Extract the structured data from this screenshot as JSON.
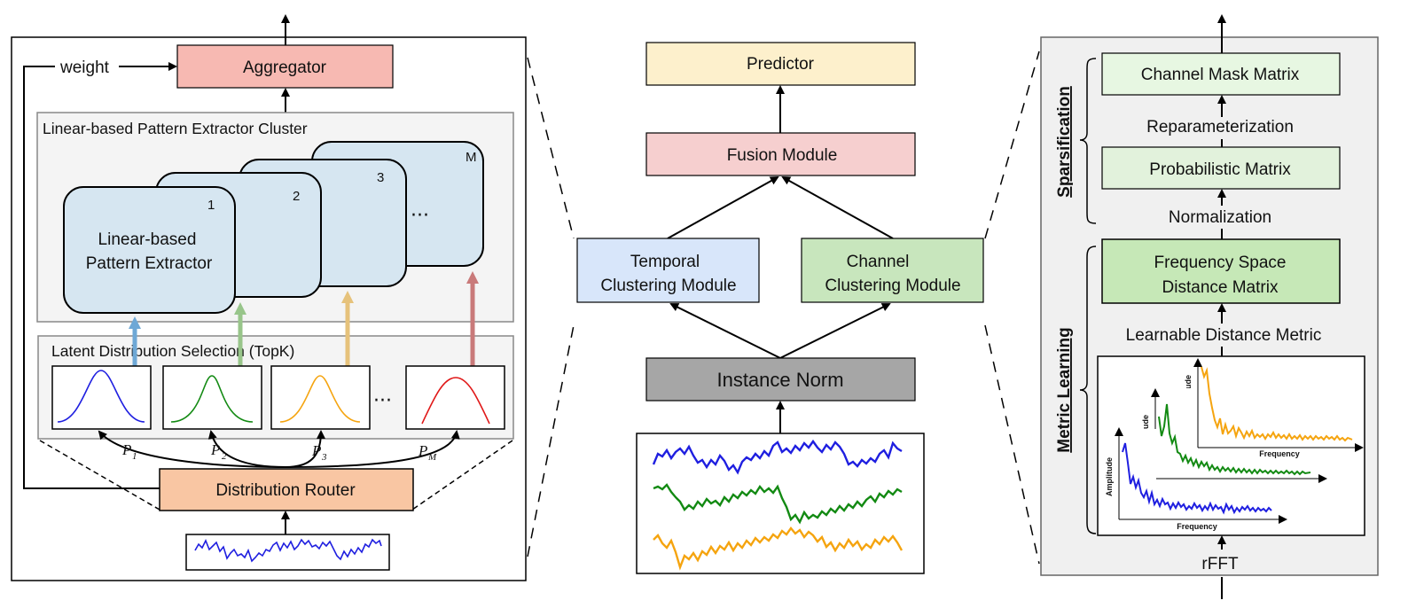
{
  "left_panel": {
    "aggregator": "Aggregator",
    "weight": "weight",
    "cluster_title": "Linear-based Pattern Extractor Cluster",
    "extractor_label_line1": "Linear-based",
    "extractor_label_line2": "Pattern Extractor",
    "card_indices": [
      "1",
      "2",
      "3",
      "M"
    ],
    "cards_ellipsis": "···",
    "selection_title": "Latent Distribution Selection (TopK)",
    "dist_ellipsis": "···",
    "probabilities": [
      {
        "symbol": "P",
        "sub": "1"
      },
      {
        "symbol": "P",
        "sub": "2"
      },
      {
        "symbol": "P",
        "sub": "3"
      },
      {
        "symbol": "P",
        "sub": "M"
      }
    ],
    "router": "Distribution Router"
  },
  "middle_panel": {
    "predictor": "Predictor",
    "fusion": "Fusion Module",
    "temporal_line1": "Temporal",
    "temporal_line2": "Clustering Module",
    "channel_line1": "Channel",
    "channel_line2": "Clustering Module",
    "instance_norm": "Instance Norm"
  },
  "right_panel": {
    "channel_mask": "Channel Mask Matrix",
    "reparameterization": "Reparameterization",
    "probabilistic": "Probabilistic Matrix",
    "normalization": "Normalization",
    "sparsification": "Sparsification",
    "freq_line1": "Frequency Space",
    "freq_line2": "Distance Matrix",
    "learnable_metric": "Learnable Distance Metric",
    "metric_learning": "Metric  Learning",
    "amplitude": "Amplitude",
    "frequency": "Frequency",
    "rfft": "rFFT"
  },
  "colors": {
    "aggregator_fill": "#f7b9b2",
    "predictor_fill": "#fdf0cc",
    "fusion_fill": "#f6cfcf",
    "temporal_fill": "#d8e6fa",
    "channel_fill": "#c8e6bd",
    "instance_norm_fill": "#a6a6a6",
    "router_fill": "#f9c6a3",
    "card_fill": "#d6e6f1",
    "mask_fill": "#e7f7e2",
    "prob_fill": "#e2f2dc",
    "freq_fill": "#c6e8b7",
    "blue": "#1f1fe0",
    "green": "#138a13",
    "orange": "#f5a40f",
    "red": "#e01818"
  }
}
